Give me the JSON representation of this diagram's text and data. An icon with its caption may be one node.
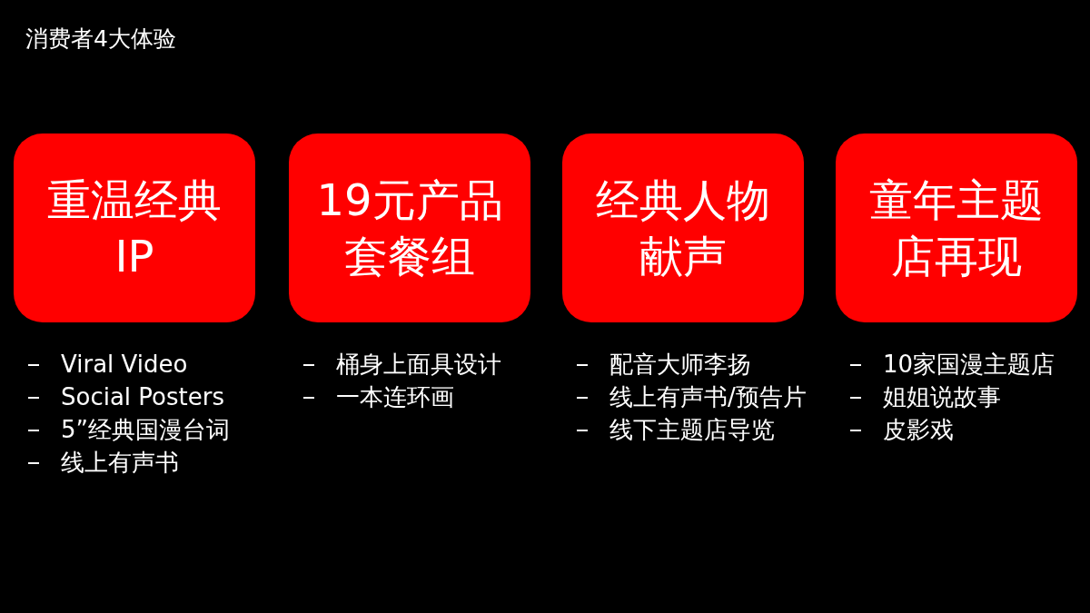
{
  "diagram": {
    "title": "消费者4大体验",
    "nodes": [
      {
        "text": [
          "重温经典IP"
        ],
        "beside": [
          "Viral Video",
          "Social Posters",
          "5”经典国漫台词",
          "线上有声书"
        ]
      },
      {
        "text": [
          "19元产品套餐组"
        ],
        "beside": [
          "桶身上面具设计",
          "一本连环画"
        ]
      },
      {
        "text": [
          "经典人物献声"
        ],
        "beside": [
          "配音大师李扬",
          "线上有声书/预告片",
          "线下主题店导览"
        ]
      },
      {
        "text": [
          "童年主题店再现"
        ],
        "beside": [
          "10家国漫主题店",
          "姐姐说故事",
          "皮影戏"
        ]
      }
    ],
    "edges": []
  }
}
